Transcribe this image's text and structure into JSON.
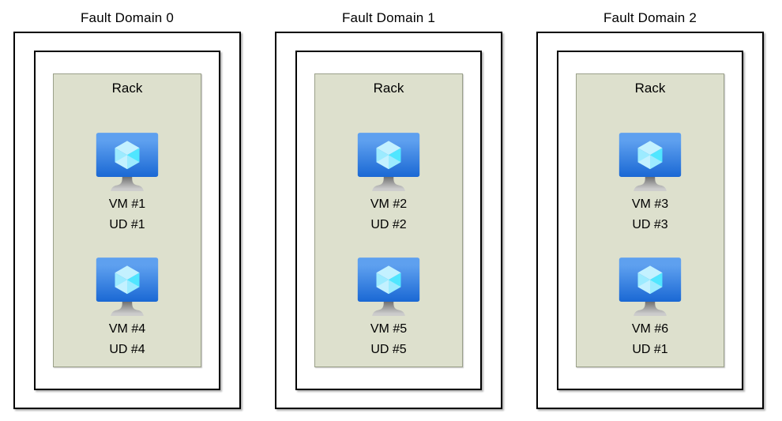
{
  "colors": {
    "rack_background": "#dde0cd",
    "rack_border": "#9aa089",
    "box_border": "#000000",
    "vm_screen_top": "#5ea0ef",
    "vm_screen_bottom": "#1a68d4",
    "vm_cube_top": "#c3f1ff",
    "vm_cube_left": "#9cebff",
    "vm_cube_right": "#50e6ff",
    "vm_stand_light": "#cccccc",
    "vm_stand_dark": "#707070"
  },
  "fault_domains": [
    {
      "title": "Fault Domain 0",
      "rack_label": "Rack",
      "vms": [
        {
          "vm": "VM #1",
          "ud": "UD #1"
        },
        {
          "vm": "VM #4",
          "ud": "UD #4"
        }
      ]
    },
    {
      "title": "Fault Domain 1",
      "rack_label": "Rack",
      "vms": [
        {
          "vm": "VM #2",
          "ud": "UD #2"
        },
        {
          "vm": "VM #5",
          "ud": "UD #5"
        }
      ]
    },
    {
      "title": "Fault Domain 2",
      "rack_label": "Rack",
      "vms": [
        {
          "vm": "VM #3",
          "ud": "UD #3"
        },
        {
          "vm": "VM #6",
          "ud": "UD #1"
        }
      ]
    }
  ]
}
